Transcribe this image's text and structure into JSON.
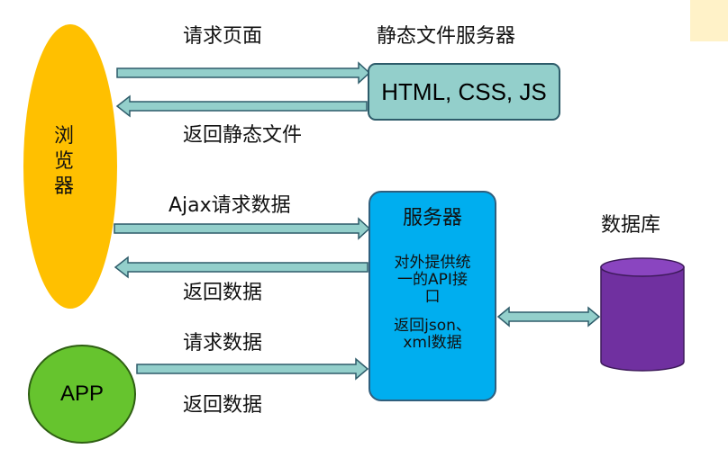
{
  "browser": {
    "label": "浏\n览\n器"
  },
  "app": {
    "label": "APP"
  },
  "static_server": {
    "title": "静态文件服务器",
    "content": "HTML, CSS, JS"
  },
  "server": {
    "title": "服务器",
    "desc1": "对外提供统\n一的API接\n口",
    "desc2": "返回json、\nxml数据"
  },
  "database": {
    "title": "数据库"
  },
  "arrows": {
    "request_page": "请求页面",
    "return_static": "返回静态文件",
    "ajax_request": "Ajax请求数据",
    "return_data_1": "返回数据",
    "request_data": "请求数据",
    "return_data_2": "返回数据"
  },
  "colors": {
    "browser_fill": "#ffc000",
    "arrow_fill": "#93cfcb",
    "server_fill": "#00aeef",
    "app_fill": "#66c42e",
    "db_fill": "#7030a0"
  }
}
